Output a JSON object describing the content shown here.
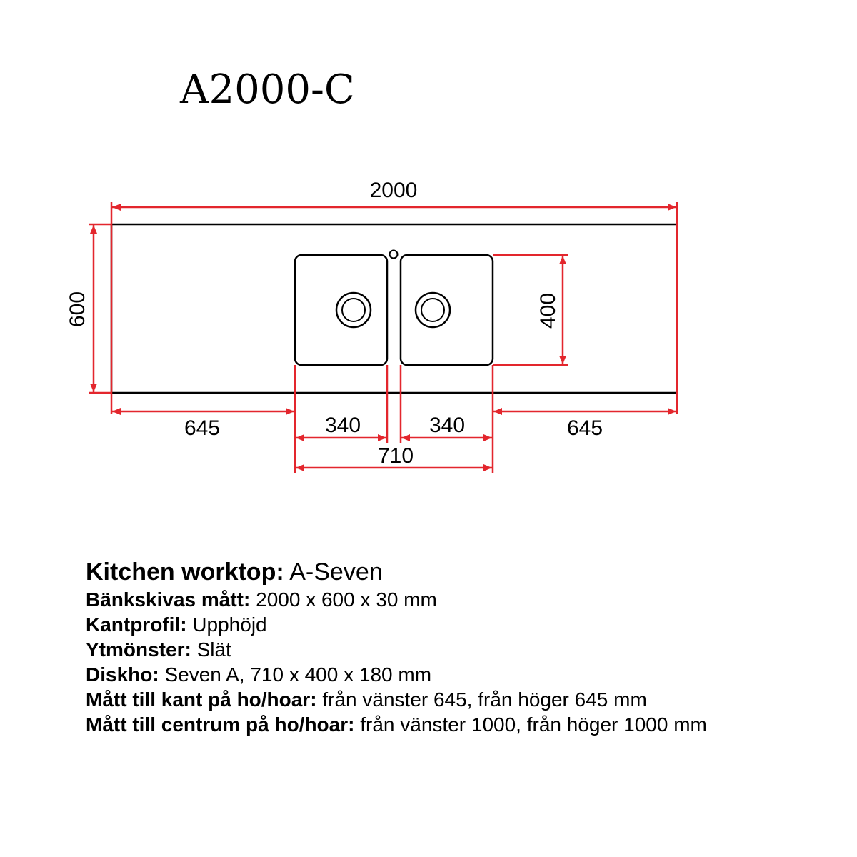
{
  "title": "A2000-C",
  "dimensions": {
    "overall_length": "2000",
    "depth": "600",
    "bowl_height": "400",
    "left_offset": "645",
    "right_offset": "645",
    "left_bowl_width": "340",
    "right_bowl_width": "340",
    "sink_total_width": "710"
  },
  "colors": {
    "dimension_line": "#e3262d",
    "outline": "#000000"
  },
  "specs": [
    {
      "label": "Kitchen worktop:",
      "value": " A-Seven"
    },
    {
      "label": "Bänkskivas mått:",
      "value": " 2000 x 600 x 30 mm"
    },
    {
      "label": "Kantprofil:",
      "value": " Upphöjd"
    },
    {
      "label": "Ytmönster:",
      "value": " Slät"
    },
    {
      "label": "Diskho:",
      "value": " Seven A, 710 x 400 x 180 mm"
    },
    {
      "label": "Mått till kant på ho/hoar:",
      "value": " från vänster 645, från höger 645 mm"
    },
    {
      "label": "Mått till centrum på ho/hoar:",
      "value": " från vänster 1000, från höger 1000 mm"
    }
  ]
}
